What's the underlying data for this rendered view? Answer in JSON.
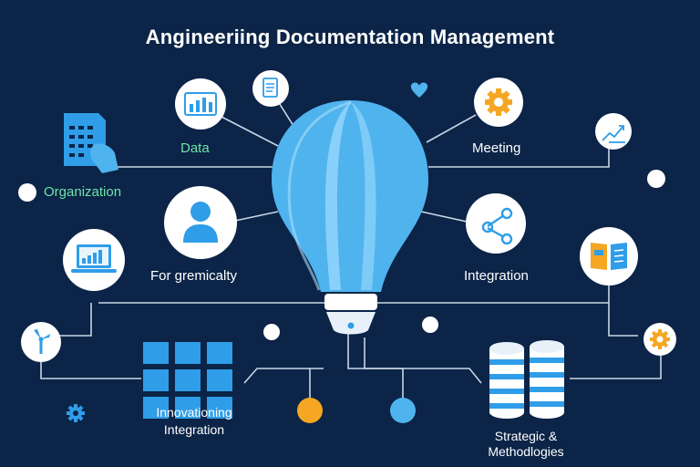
{
  "title": "Angineeriing Documentation Management",
  "colors": {
    "background": "#0b2447",
    "bulb": "#4fb3ee",
    "bulb_light": "#8fd3fb",
    "accent_blue": "#2f9de8",
    "accent_orange": "#f5a623",
    "accent_green": "#6fe3a8",
    "line": "#c9d6e6",
    "node_fill": "#ffffff"
  },
  "labels": {
    "data": "Data",
    "meeting": "Meeting",
    "organization": "Organization",
    "for_gremically": "For gremicalty",
    "integration": "Integration",
    "innovationing_line1": "Innovationing",
    "innovationing_line2": "Integration",
    "strategic_line1": "Strategic &",
    "strategic_line2": "Methodlogies"
  },
  "icons": {
    "top_left_chart": "bar-chart-icon",
    "document": "document-icon",
    "heart": "heart-icon",
    "gear_top": "gear-icon",
    "trend": "trend-up-icon",
    "spreadsheet": "spreadsheet-icon",
    "user": "user-icon",
    "share": "share-icon",
    "laptop": "laptop-chart-icon",
    "book": "book-icon",
    "wind": "wind-turbine-icon",
    "grid": "grid-icon",
    "gear_small": "small-gear-icon",
    "database": "database-icon",
    "gear_right": "orange-gear-icon",
    "bulb": "lightbulb-icon"
  }
}
